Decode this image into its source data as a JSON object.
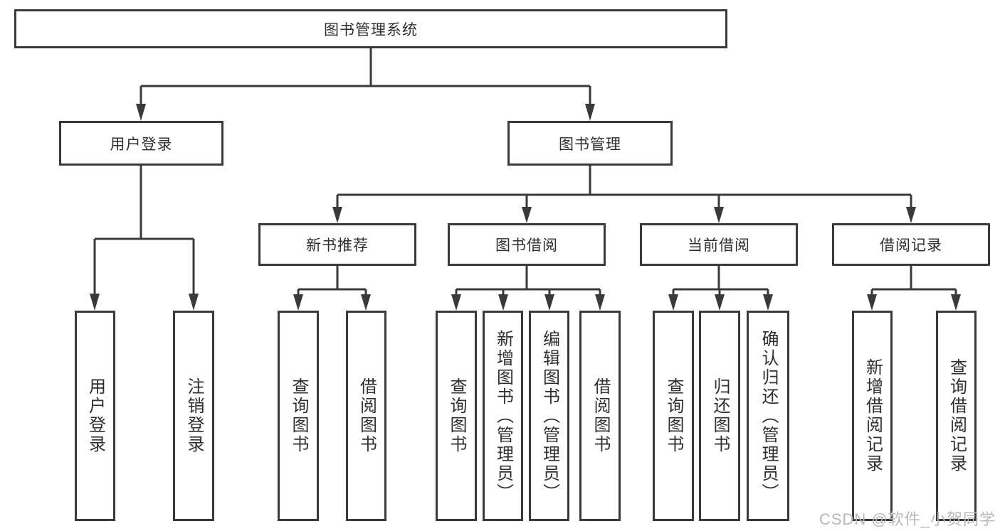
{
  "tree": {
    "label": "图书管理系统",
    "children": [
      {
        "label": "用户登录",
        "children": [
          {
            "label": "用户登录"
          },
          {
            "label": "注销登录"
          }
        ]
      },
      {
        "label": "图书管理",
        "children": [
          {
            "label": "新书推荐",
            "children": [
              {
                "label": "查询图书"
              },
              {
                "label": "借阅图书"
              }
            ]
          },
          {
            "label": "图书借阅",
            "children": [
              {
                "label": "查询图书"
              },
              {
                "label": "新增图书（管理员）"
              },
              {
                "label": "编辑图书（管理员）"
              },
              {
                "label": "借阅图书"
              }
            ]
          },
          {
            "label": "当前借阅",
            "children": [
              {
                "label": "查询图书"
              },
              {
                "label": "归还图书"
              },
              {
                "label": "确认归还（管理员）"
              }
            ]
          },
          {
            "label": "借阅记录",
            "children": [
              {
                "label": "新增借阅记录"
              },
              {
                "label": "查询借阅记录"
              }
            ]
          }
        ]
      }
    ]
  },
  "watermark": "CSDN @软件_小贺同学",
  "colors": {
    "line": "#3a3a3a",
    "border": "#3a3a3a",
    "text": "#2f2f2f",
    "watermark_text": "#b8b8b8"
  }
}
